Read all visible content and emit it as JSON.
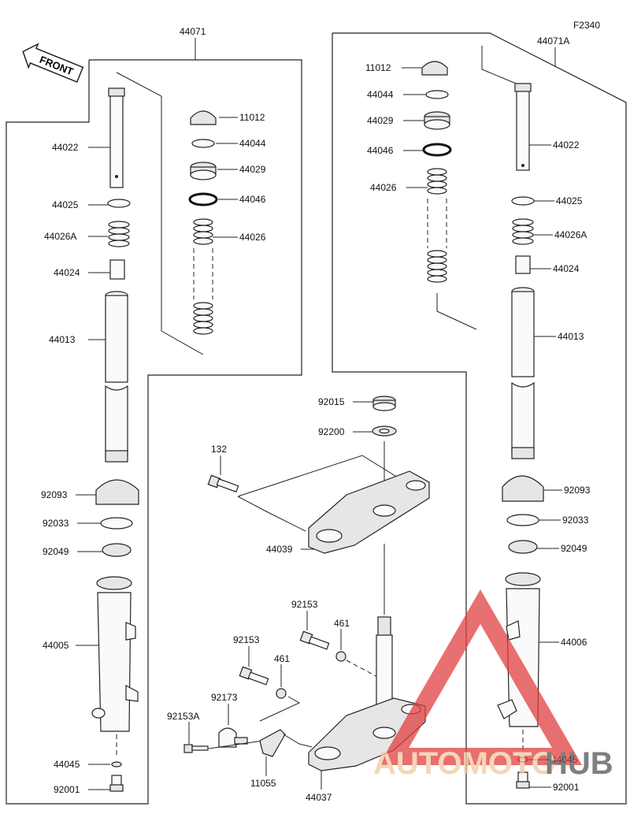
{
  "diagram_code": "F2340",
  "front_label": "FRONT",
  "watermark": {
    "text_a": "AUTOMOTO",
    "text_b": "HUB",
    "color_a": "#f2c9a0",
    "color_b": "#555555",
    "accent": "#e04040"
  },
  "left_fork": {
    "assembly": "44071",
    "parts": [
      "44022",
      "44025",
      "44026A",
      "44024",
      "44013",
      "92093",
      "92033",
      "92049",
      "44005",
      "44045",
      "92001"
    ],
    "cap_parts": [
      "11012",
      "44044",
      "44029",
      "44046",
      "44026"
    ]
  },
  "right_fork": {
    "assembly": "44071A",
    "cap_parts": [
      "11012",
      "44044",
      "44029",
      "44046",
      "44026"
    ],
    "parts": [
      "44022",
      "44025",
      "44026A",
      "44024",
      "44013",
      "92093",
      "92033",
      "92049",
      "44006",
      "44045",
      "92001"
    ]
  },
  "center": {
    "parts": [
      "92015",
      "92200",
      "132",
      "44039",
      "92153",
      "461",
      "92153",
      "461",
      "92173",
      "92153A",
      "11055",
      "44037"
    ]
  }
}
